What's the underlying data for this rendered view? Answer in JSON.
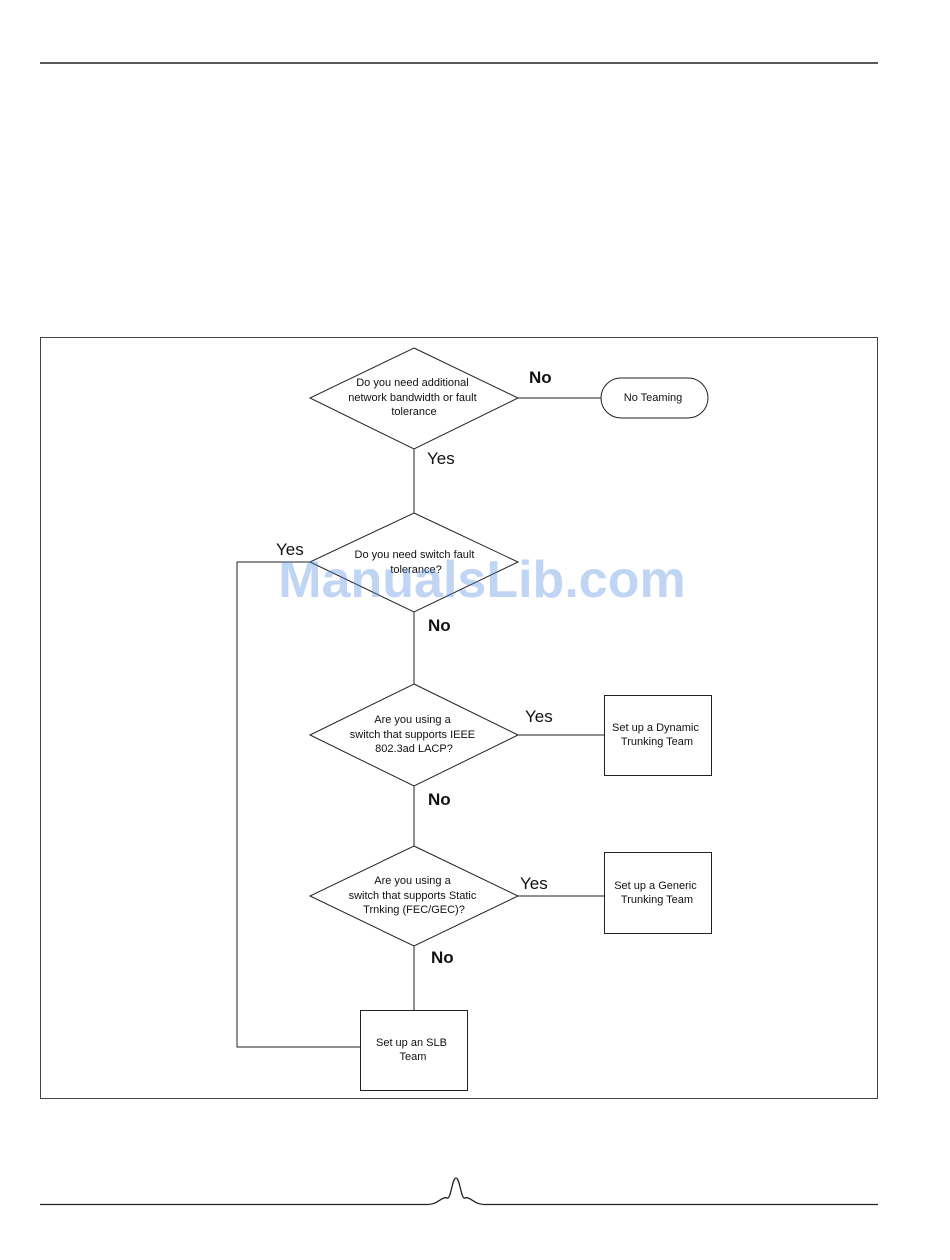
{
  "watermark": "ManualsLib.com",
  "nodes": {
    "q_bandwidth": [
      "Do you need additional",
      "network  bandwidth or fault",
      "tolerance"
    ],
    "no_teaming": [
      "No Teaming"
    ],
    "q_switch_fault": [
      "Do you need switch fault",
      "tolerance?"
    ],
    "q_lacp": [
      "Are you using a",
      "switch that supports IEEE",
      "802.3ad LACP?"
    ],
    "dynamic_team": [
      "Set up a Dynamic",
      "Trunking Team"
    ],
    "q_static": [
      "Are you using a",
      "switch that supports Static",
      "Trnking (FEC/GEC)?"
    ],
    "generic_team": [
      "Set up a Generic",
      "Trunking Team"
    ],
    "slb_team": [
      "Set up an SLB",
      "Team"
    ]
  },
  "edge_labels": {
    "bandwidth_no": "No",
    "bandwidth_yes": "Yes",
    "switch_fault_yes": "Yes",
    "switch_fault_no": "No",
    "lacp_yes": "Yes",
    "lacp_no": "No",
    "static_yes": "Yes",
    "static_no": "No"
  }
}
